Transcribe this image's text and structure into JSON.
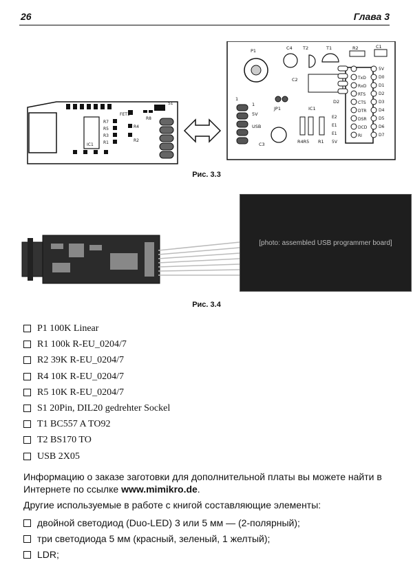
{
  "header": {
    "page_number": "26",
    "chapter": "Глава 3"
  },
  "figure_3_3": {
    "caption": "Рис. 3.3",
    "left_board": [
      "FET1",
      "R8",
      "R7",
      "R5",
      "R3",
      "R1",
      "R4",
      "R2",
      "IC1",
      "S1"
    ],
    "right_board": {
      "top": [
        "P1",
        "C4",
        "T2",
        "T1",
        "R2",
        "C1"
      ],
      "mid": [
        "C2",
        "JP1",
        "IC1",
        "D2",
        "C3",
        "R4R5",
        "R1"
      ],
      "usb": [
        "1",
        "5V",
        "USB",
        "1"
      ],
      "pins_left": [
        "E2",
        "E1",
        "E1",
        "5V"
      ],
      "pins_right": [
        "5V",
        "D0",
        "D1",
        "D2",
        "D3",
        "D4",
        "D5",
        "D6",
        "D7"
      ],
      "pins_inner": [
        "TxD",
        "RxD",
        "RTS",
        "CTS",
        "DTR",
        "DSR",
        "DCD",
        "RI"
      ]
    }
  },
  "figure_3_4": {
    "caption": "Рис. 3.4",
    "photo_label": "[photo: assembled USB programmer board]"
  },
  "parts_list": [
    "P1 100K Linear",
    "R1 100k R-EU_0204/7",
    "R2 39K R-EU_0204/7",
    "R4 10K R-EU_0204/7",
    "R5 10K R-EU_0204/7",
    "S1 20Pin, DIL20 gedrehter Sockel",
    "T1 BC557 A TO92",
    "T2 BS170 TO",
    "USB 2X05"
  ],
  "paragraph1": {
    "text": "Информацию о заказе заготовки для дополнительной платы вы можете найти в Интернете по ссылке ",
    "link": "www.mimikro.de",
    "end": "."
  },
  "paragraph2": "Другие используемые в работе с книгой составляющие элементы:",
  "components_list": [
    "двойной светодиод (Duo-LED) 3 или 5 мм — (2-полярный);",
    "три светодиода  5 мм  (красный, зеленый, 1 желтый);",
    "LDR;"
  ]
}
